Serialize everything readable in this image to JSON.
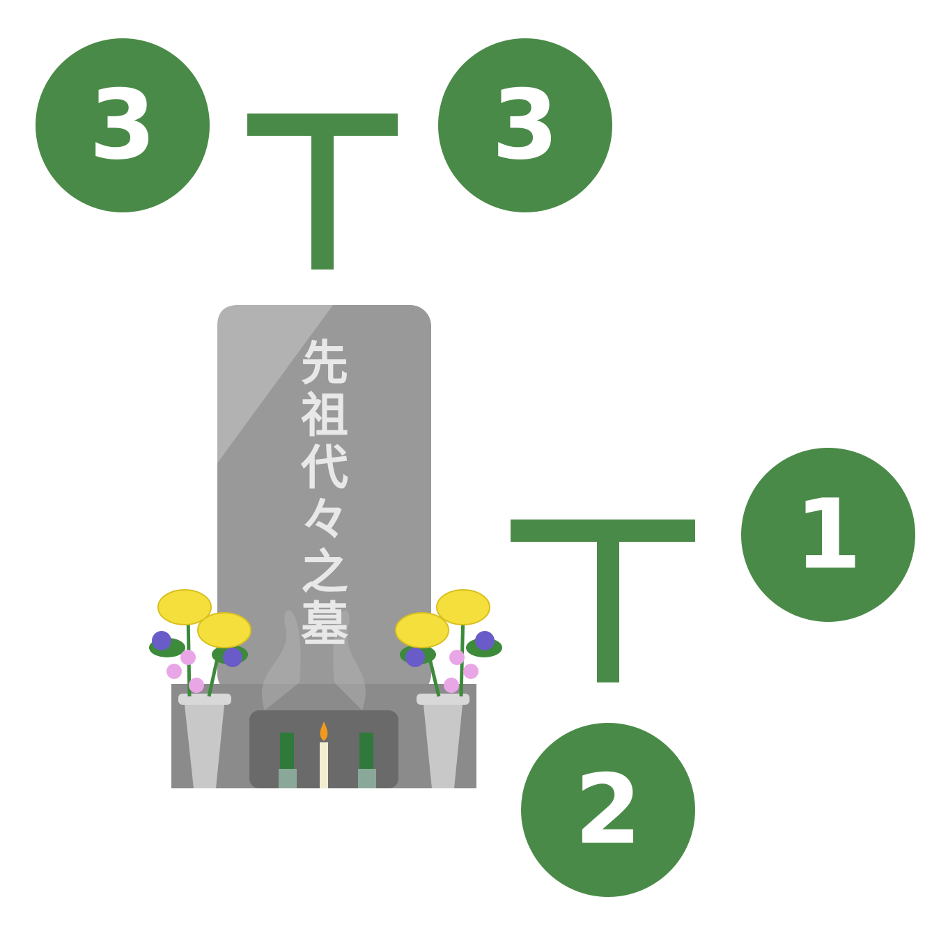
{
  "colors": {
    "accent_green": "#4a8a48",
    "stone_light": "#a0a0a0",
    "stone_base": "#8f8f8f",
    "chrysanthemum_yellow": "#f5df3c",
    "flower_purple": "#6a5cc8",
    "flower_pink": "#e9a6e6",
    "leaf_green": "#3c8a3a"
  },
  "markers": [
    {
      "label": "3"
    },
    {
      "label": "3"
    },
    {
      "label": "1"
    },
    {
      "label": "2"
    }
  ],
  "tombstone": {
    "inscription": [
      "先",
      "祖",
      "代",
      "々",
      "之",
      "墓"
    ]
  },
  "icons": {
    "t_marker_upper": "t-shape-icon",
    "t_marker_lower": "t-shape-icon",
    "tombstone": "grave-icon"
  }
}
